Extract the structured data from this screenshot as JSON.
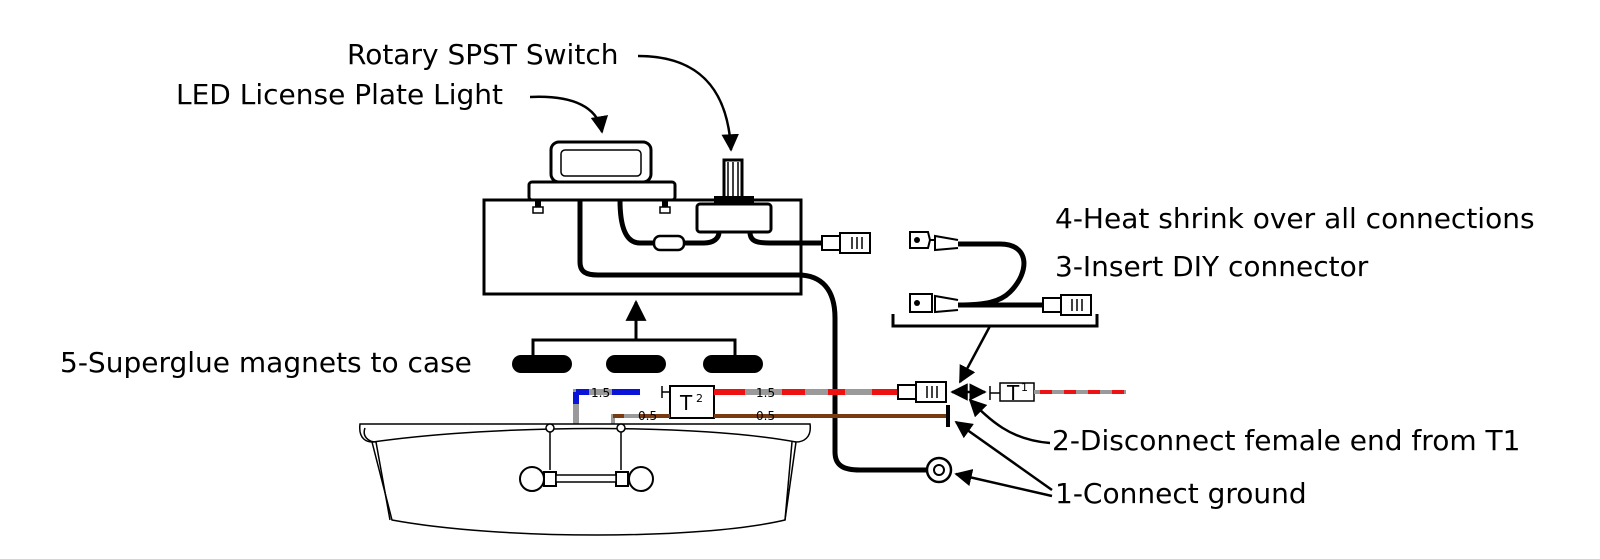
{
  "labels": {
    "rotary_switch": "Rotary SPST Switch",
    "led_light": "LED License Plate Light",
    "heat_shrink": "4-Heat shrink over all connections",
    "insert_connector": "3-Insert DIY connector",
    "superglue": "5-Superglue magnets to case",
    "disconnect": "2-Disconnect female end from T1",
    "connect_ground": "1-Connect ground"
  },
  "wires": {
    "gauge_top_left": "1.5",
    "gauge_top_right": "1.5",
    "gauge_bottom_left": "0.5",
    "gauge_bottom_right": "0.5"
  },
  "terminals": {
    "t1": "T",
    "t1_sup": "1",
    "t2": "T",
    "t2_sup": "2"
  },
  "colors": {
    "wire_black": "#000000",
    "wire_blue": "#0a14d8",
    "wire_grey": "#9a9a9a",
    "wire_red": "#ee1111",
    "wire_brown": "#7a3a10"
  }
}
